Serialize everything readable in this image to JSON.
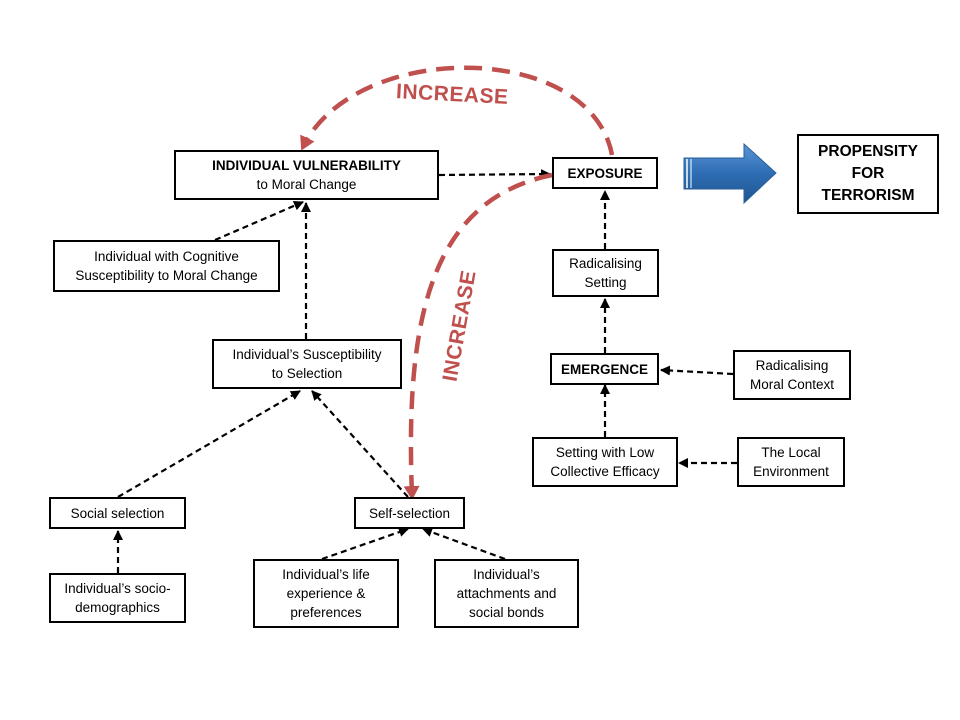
{
  "nodes": {
    "vulnerability": {
      "line1": "INDIVIDUAL VULNERABILITY",
      "line2": "to Moral Change"
    },
    "exposure": {
      "label": "EXPOSURE"
    },
    "propensity": {
      "line1": "PROPENSITY",
      "line2": "FOR",
      "line3": "TERRORISM"
    },
    "cognitive": {
      "line1": "Individual with Cognitive",
      "line2": "Susceptibility to Moral Change"
    },
    "susceptibility_selection": {
      "line1": "Individual’s Susceptibility",
      "line2": "to Selection"
    },
    "social_selection": {
      "label": "Social selection"
    },
    "self_selection": {
      "label": "Self-selection"
    },
    "socio_demographics": {
      "line1": "Individual’s socio-",
      "line2": "demographics"
    },
    "life_experience": {
      "line1": "Individual’s life",
      "line2": "experience &",
      "line3": "preferences"
    },
    "attachments": {
      "line1": "Individual’s",
      "line2": "attachments and",
      "line3": "social bonds"
    },
    "radicalising_setting": {
      "line1": "Radicalising",
      "line2": "Setting"
    },
    "emergence": {
      "label": "EMERGENCE"
    },
    "radicalising_moral_context": {
      "line1": "Radicalising",
      "line2": "Moral Context"
    },
    "low_efficacy": {
      "line1": "Setting with Low",
      "line2": "Collective Efficacy"
    },
    "local_environment": {
      "line1": "The Local",
      "line2": "Environment"
    }
  },
  "annotations": {
    "increase_top": "INCREASE",
    "increase_curve": "INCREASE"
  },
  "colors": {
    "increase_arrow": "#c0504d",
    "big_arrow": "#2e6db4"
  }
}
